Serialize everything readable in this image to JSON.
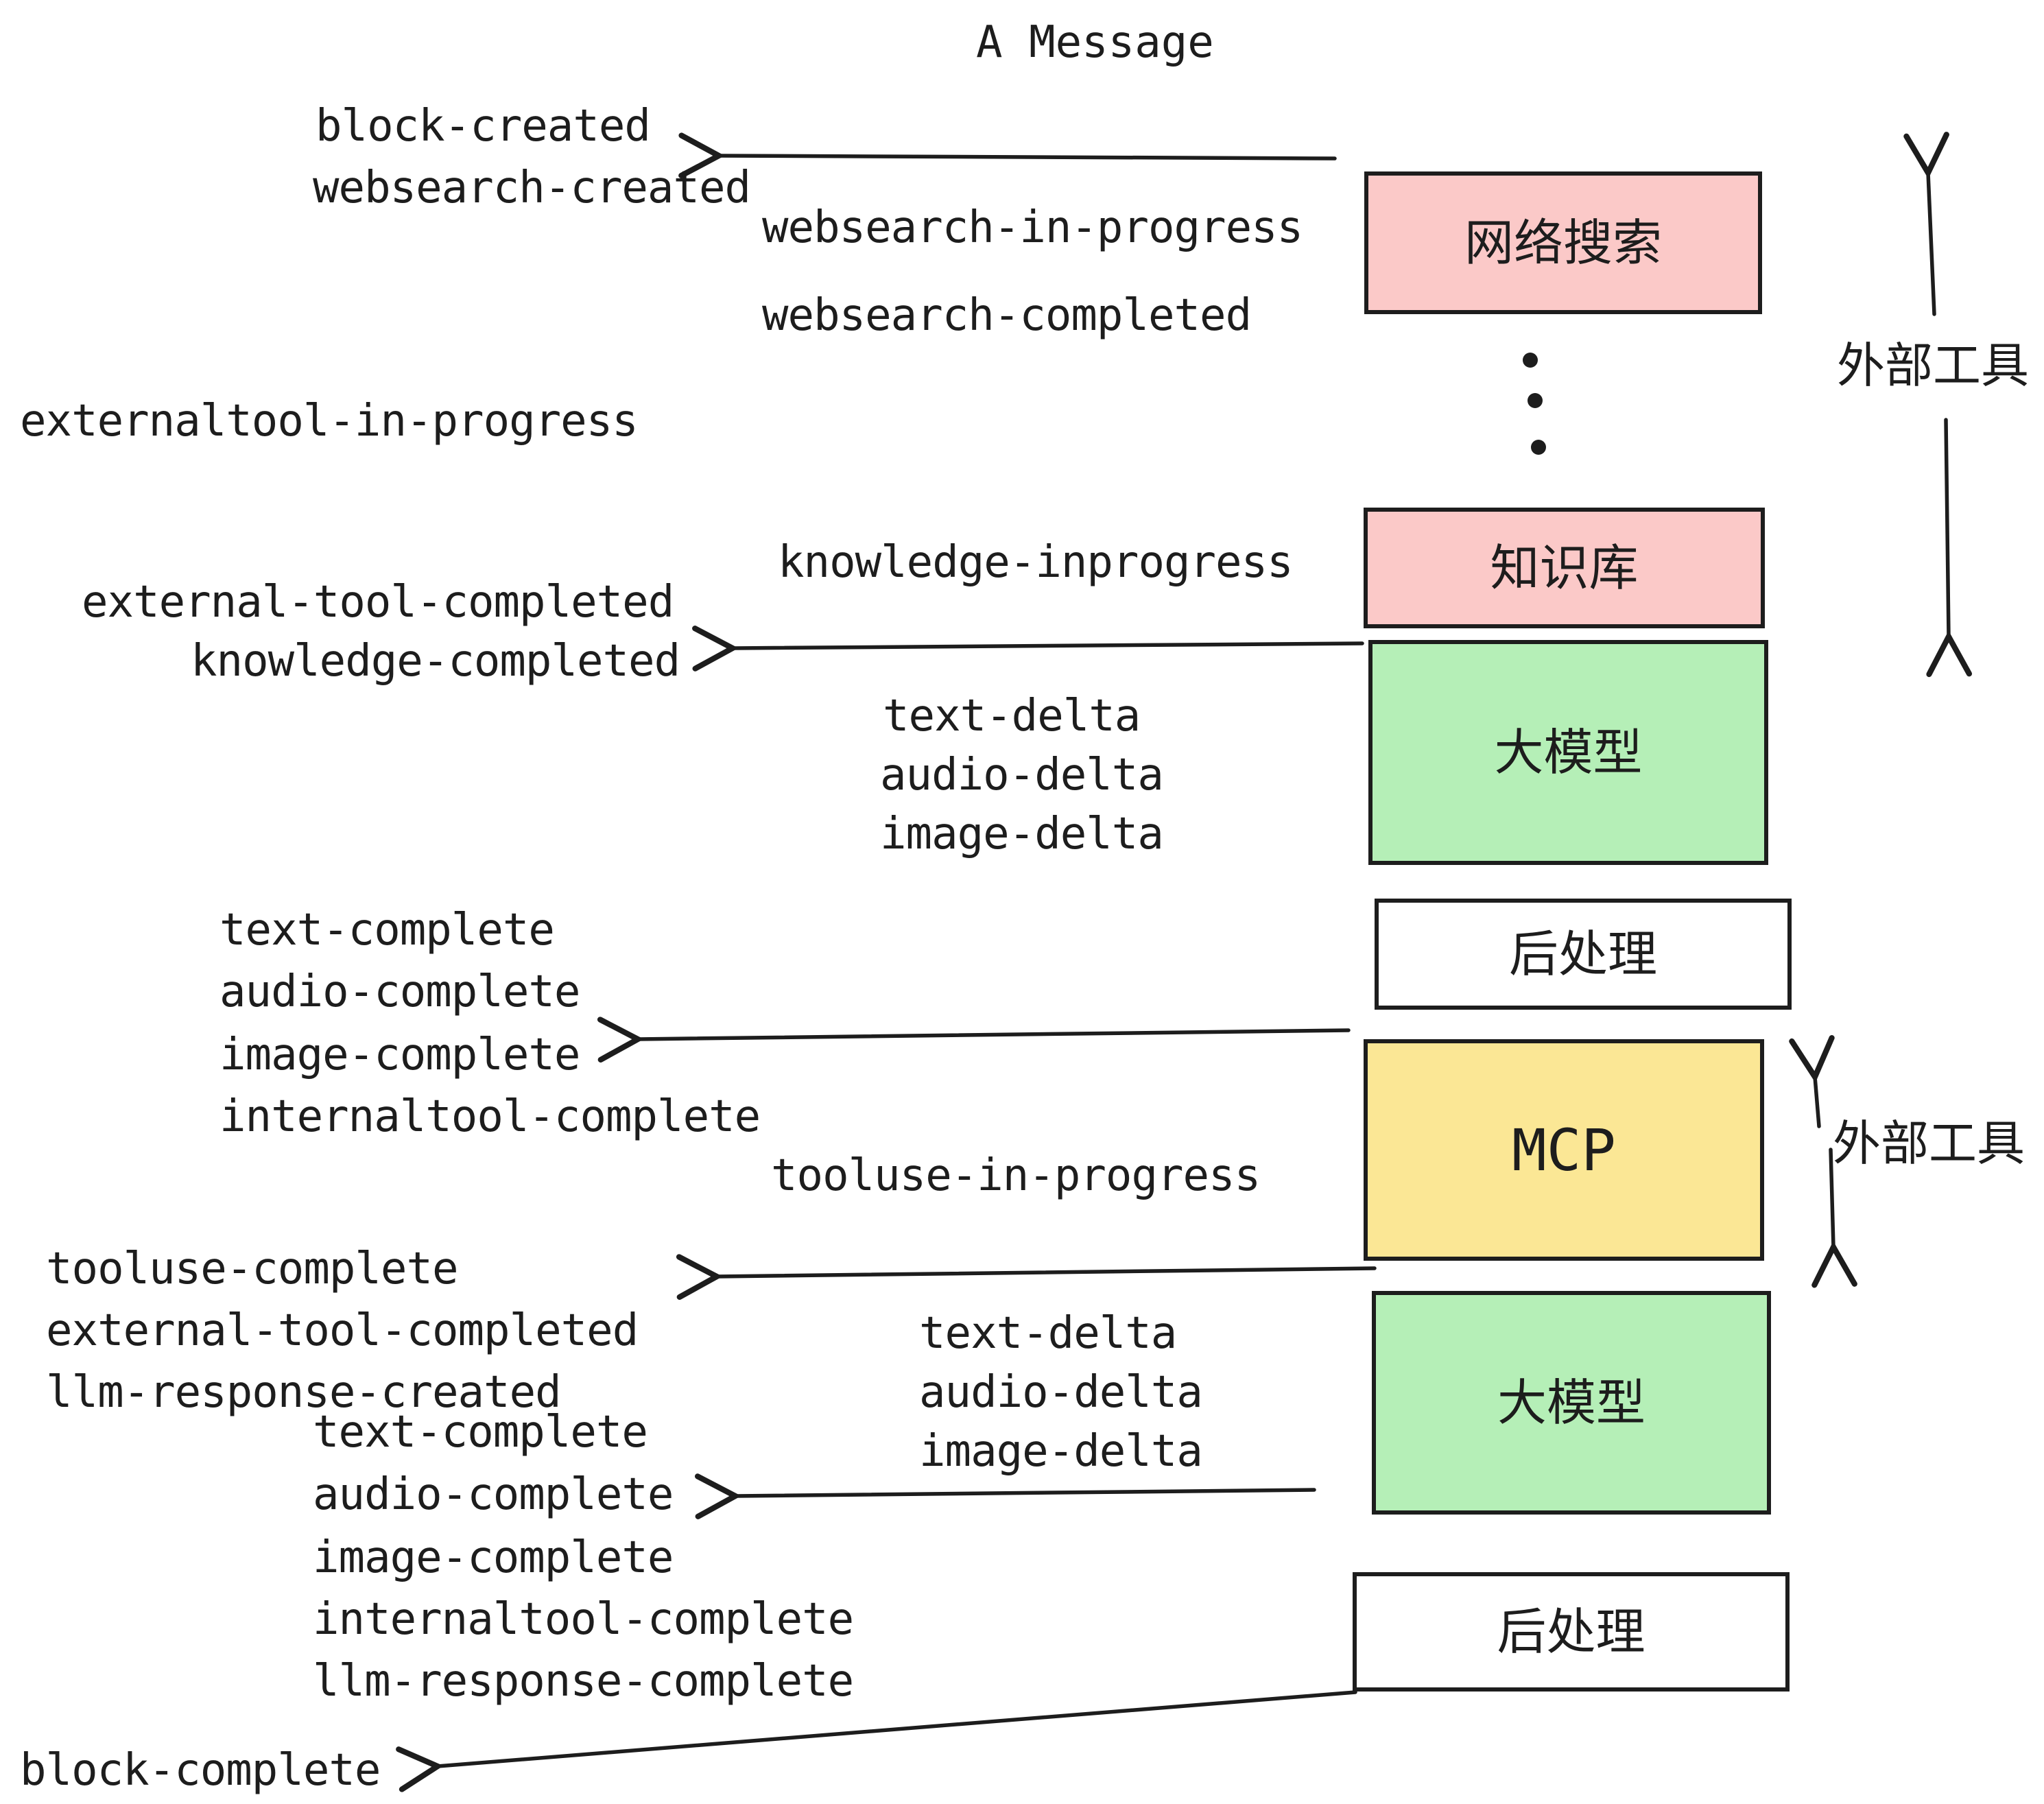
{
  "title": "A Message",
  "colors": {
    "pink": "#fbc9c8",
    "green": "#b5efb7",
    "yellow": "#fbe795",
    "white": "#ffffff",
    "ink": "#1d1d1d"
  },
  "boxes": [
    {
      "id": "websearch",
      "label": "网络搜索"
    },
    {
      "id": "knowledge",
      "label": "知识库"
    },
    {
      "id": "llm-1",
      "label": "大模型"
    },
    {
      "id": "post-1",
      "label": "后处理"
    },
    {
      "id": "mcp",
      "label": "MCP"
    },
    {
      "id": "llm-2",
      "label": "大模型"
    },
    {
      "id": "post-2",
      "label": "后处理"
    }
  ],
  "events": [
    {
      "id": "block-created",
      "text": "block-created"
    },
    {
      "id": "websearch-created",
      "text": "websearch-created"
    },
    {
      "id": "websearch-in-progress",
      "text": "websearch-in-progress"
    },
    {
      "id": "websearch-completed",
      "text": "websearch-completed"
    },
    {
      "id": "externaltool-in-progress",
      "text": "externaltool-in-progress"
    },
    {
      "id": "knowledge-inprogress",
      "text": "knowledge-inprogress"
    },
    {
      "id": "external-tool-completed",
      "text": "external-tool-completed"
    },
    {
      "id": "knowledge-completed",
      "text": "knowledge-completed"
    },
    {
      "id": "text-delta-1",
      "text": "text-delta"
    },
    {
      "id": "audio-delta-1",
      "text": "audio-delta"
    },
    {
      "id": "image-delta-1",
      "text": "image-delta"
    },
    {
      "id": "text-complete-1",
      "text": "text-complete"
    },
    {
      "id": "audio-complete-1",
      "text": "audio-complete"
    },
    {
      "id": "image-complete-1",
      "text": "image-complete"
    },
    {
      "id": "internaltool-complete-1",
      "text": "internaltool-complete"
    },
    {
      "id": "tooluse-in-progress",
      "text": "tooluse-in-progress"
    },
    {
      "id": "tooluse-complete",
      "text": "tooluse-complete"
    },
    {
      "id": "external-tool-completed-2",
      "text": "external-tool-completed"
    },
    {
      "id": "llm-response-created",
      "text": "llm-response-created"
    },
    {
      "id": "text-delta-2",
      "text": "text-delta"
    },
    {
      "id": "audio-delta-2",
      "text": "audio-delta"
    },
    {
      "id": "image-delta-2",
      "text": "image-delta"
    },
    {
      "id": "text-complete-2",
      "text": "text-complete"
    },
    {
      "id": "audio-complete-2",
      "text": "audio-complete"
    },
    {
      "id": "image-complete-2",
      "text": "image-complete"
    },
    {
      "id": "internaltool-complete-2",
      "text": "internaltool-complete"
    },
    {
      "id": "llm-response-complete",
      "text": "llm-response-complete"
    },
    {
      "id": "block-complete",
      "text": "block-complete"
    }
  ],
  "side_labels": [
    {
      "id": "external-tools-1",
      "text": "外部工具"
    },
    {
      "id": "external-tools-2",
      "text": "外部工具"
    }
  ]
}
